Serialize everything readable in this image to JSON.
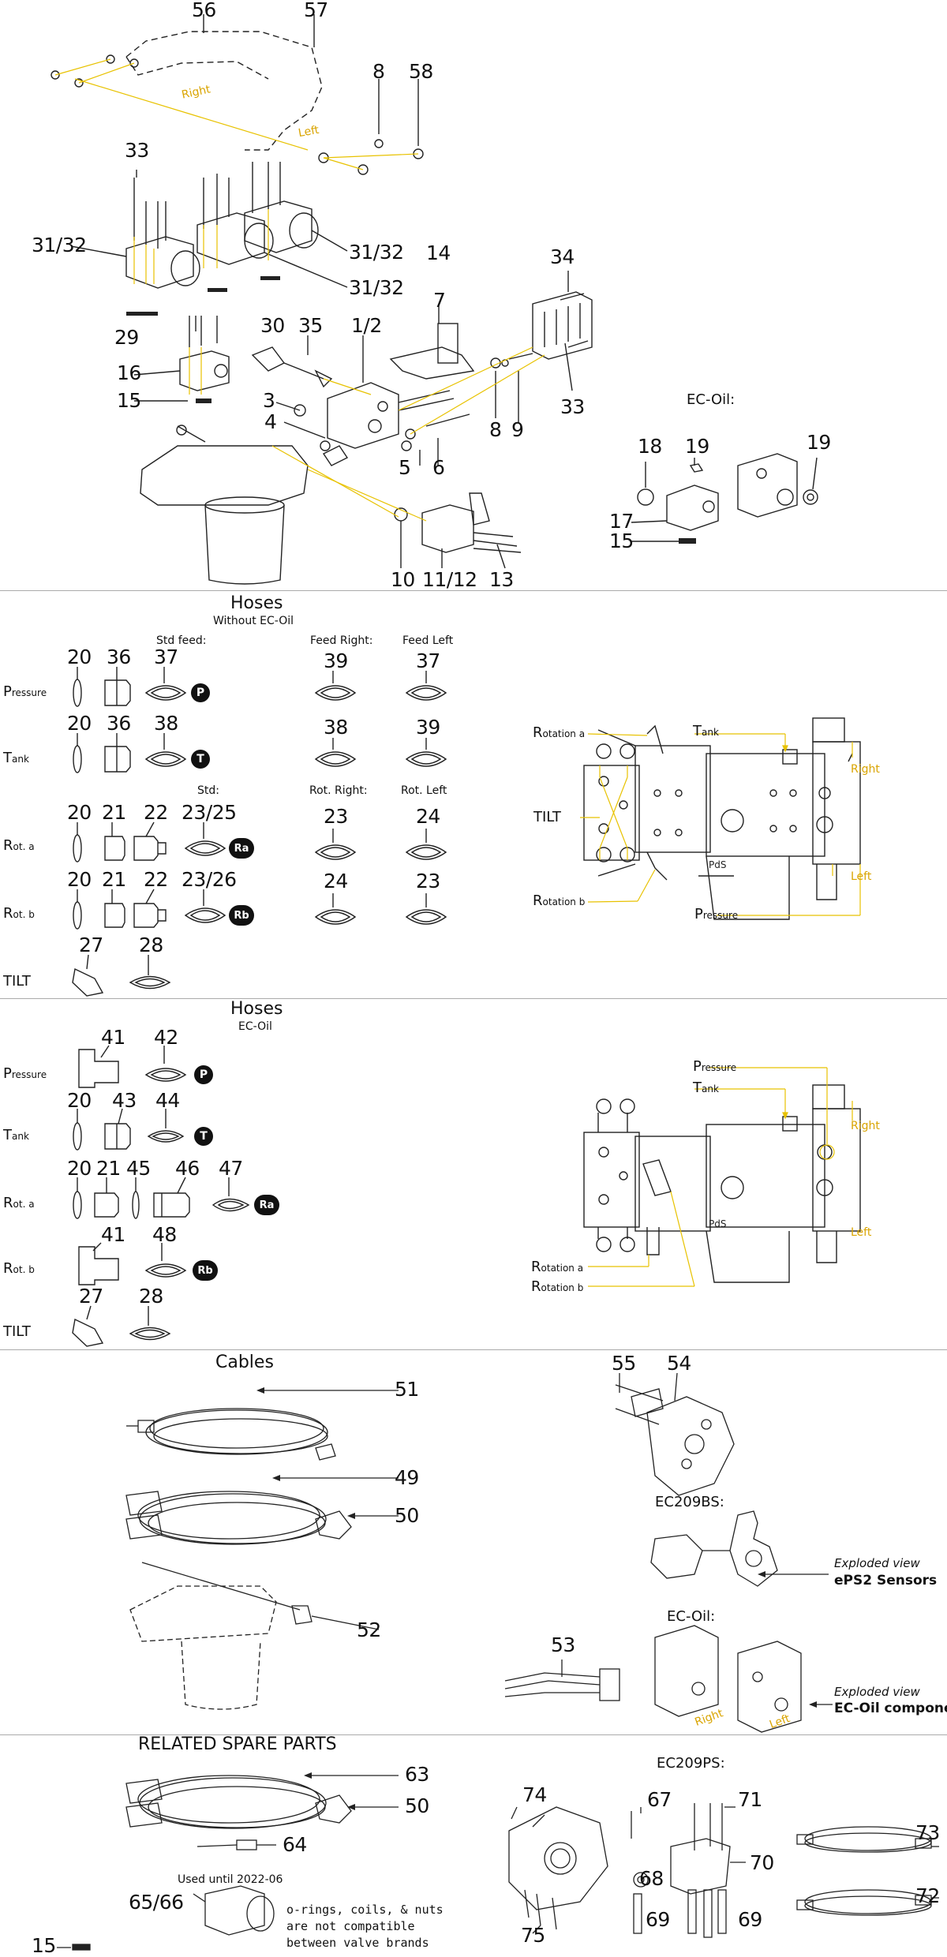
{
  "colors": {
    "leader": "#e8c200",
    "ink": "#111111",
    "separator": "#aaaaaa"
  },
  "exploded": {
    "numbers": [
      "56",
      "57",
      "8",
      "58",
      "33",
      "31/32",
      "31/32",
      "31/32",
      "14",
      "30",
      "34",
      "7",
      "29",
      "35",
      "1/2",
      "16",
      "15",
      "3",
      "4",
      "33",
      "8",
      "9",
      "5",
      "6",
      "10",
      "11/12",
      "13",
      "18",
      "19",
      "19",
      "17",
      "15"
    ],
    "right": "Right",
    "left": "Left",
    "ecoil_title": "EC-Oil:"
  },
  "hoses1": {
    "title": "Hoses",
    "subtitle": "Without EC-Oil",
    "hdr_std_feed": "Std feed:",
    "hdr_feed_right": "Feed Right:",
    "hdr_feed_left": "Feed Left",
    "hdr_std": "Std:",
    "hdr_rot_right": "Rot. Right:",
    "hdr_rot_left": "Rot. Left",
    "nums_p": [
      "20",
      "36",
      "37",
      "39",
      "37"
    ],
    "nums_t": [
      "20",
      "36",
      "38",
      "38",
      "39"
    ],
    "nums_ra": [
      "20",
      "21",
      "22",
      "23/25",
      "23",
      "24"
    ],
    "nums_rb": [
      "20",
      "21",
      "22",
      "23/26",
      "24",
      "23"
    ],
    "nums_tilt": [
      "27",
      "28"
    ],
    "badges": [
      "P",
      "T",
      "Ra",
      "Rb"
    ]
  },
  "rows": {
    "p_big": "P",
    "p_sub": "ressure",
    "t_big": "T",
    "t_sub": "ank",
    "ra_big": "R",
    "ra_sub": "ot. a",
    "rb_big": "R",
    "rb_sub": "ot. b",
    "tilt": "TILT"
  },
  "valve1": {
    "rotation_a_big": "R",
    "rotation_a_sub": "otation a",
    "tank_big": "T",
    "tank_sub": "ank",
    "tilt": "TILT",
    "rotation_b_big": "R",
    "rotation_b_sub": "otation b",
    "pressure_big": "P",
    "pressure_sub": "ressure",
    "right": "Right",
    "left": "Left"
  },
  "hoses2": {
    "title": "Hoses",
    "subtitle": "EC-Oil",
    "nums_p": [
      "41",
      "42"
    ],
    "nums_t": [
      "20",
      "43",
      "44"
    ],
    "nums_ra": [
      "20",
      "21",
      "45",
      "46",
      "47"
    ],
    "nums_rb": [
      "41",
      "48"
    ],
    "nums_tilt": [
      "27",
      "28"
    ]
  },
  "valve2": {
    "pressure_big": "P",
    "pressure_sub": "ressure",
    "tank_big": "T",
    "tank_sub": "ank",
    "rotation_a_big": "R",
    "rotation_a_sub": "otation a",
    "rotation_b_big": "R",
    "rotation_b_sub": "otation b",
    "right": "Right",
    "left": "Left"
  },
  "cables": {
    "title": "Cables",
    "nums": [
      "51",
      "49",
      "50",
      "52",
      "53",
      "55",
      "54"
    ],
    "ec209bs": "EC209BS:",
    "ecoil": "EC-Oil:",
    "exploded_view": "Exploded view",
    "eps2": "ePS2 Sensors",
    "exploded_view2": "Exploded view",
    "ecoil_components": "EC-Oil components",
    "right": "Right",
    "left": "Left"
  },
  "related": {
    "title": "RELATED SPARE PARTS",
    "nums": [
      "63",
      "50",
      "64",
      "65/66",
      "15"
    ],
    "used_until": "Used until 2022-06",
    "note": "o-rings, coils, & nuts\nare not compatible\nbetween valve brands",
    "ec209ps": "EC209PS:",
    "ps_nums": [
      "74",
      "67",
      "71",
      "68",
      "70",
      "73",
      "72",
      "69",
      "69",
      "75"
    ]
  }
}
